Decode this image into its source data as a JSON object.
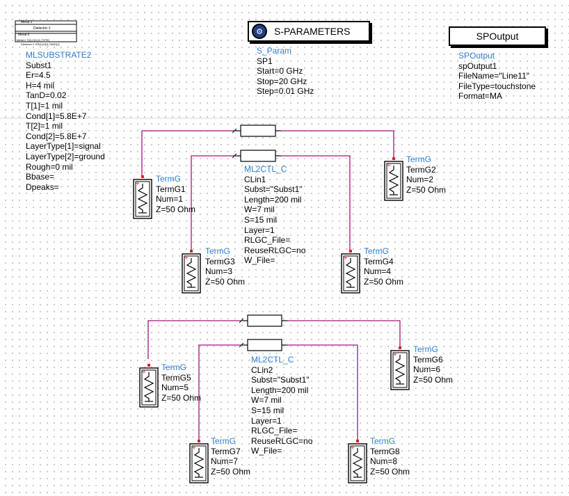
{
  "substrate": {
    "icon_lines": [
      "Metal:1",
      "Dielectric:1",
      "Metal:2",
      "Metal:1   T[1],C[1],[1,TYPE]",
      "Dielectric:1 ER[1],H[1],TAND[1]"
    ],
    "type": "MLSUBSTRATE2",
    "params": [
      "Subst1",
      "Er=4.5",
      "H=4 mil",
      "TanD=0.02",
      "T[1]=1 mil",
      "Cond[1]=5.8E+7",
      "T[2]=1 mil",
      "Cond[2]=5.8E+7",
      "LayerType[1]=signal",
      "LayerType[2]=ground",
      "Rough=0 mil",
      "Bbase=",
      "Dpeaks="
    ]
  },
  "sparam": {
    "title": "S-PARAMETERS",
    "type": "S_Param",
    "params": [
      "SP1",
      "Start=0 GHz",
      "Stop=20 GHz",
      "Step=0.01 GHz"
    ]
  },
  "spoutput": {
    "title": "SPOutput",
    "type": "SPOutput",
    "params": [
      "spOutput1",
      "FileName=\"Line11\"",
      "FileType=touchstone",
      "Format=MA"
    ]
  },
  "lines": [
    {
      "type": "ML2CTL_C",
      "params": [
        "CLin1",
        "Subst=\"Subst1\"",
        "Length=200 mil",
        "W=7 mil",
        "S=15 mil",
        "Layer=1",
        "RLGC_File=",
        "ReuseRLGC=no",
        "W_File="
      ]
    },
    {
      "type": "ML2CTL_C",
      "params": [
        "CLin2",
        "Subst=\"Subst1\"",
        "Length=200 mil",
        "W=7 mil",
        "S=15 mil",
        "Layer=1",
        "RLGC_File=",
        "ReuseRLGC=no",
        "W_File="
      ]
    }
  ],
  "terms": [
    {
      "type": "TermG",
      "params": [
        "TermG1",
        "Num=1",
        "Z=50 Ohm"
      ]
    },
    {
      "type": "TermG",
      "params": [
        "TermG2",
        "Num=2",
        "Z=50 Ohm"
      ]
    },
    {
      "type": "TermG",
      "params": [
        "TermG3",
        "Num=3",
        "Z=50 Ohm"
      ]
    },
    {
      "type": "TermG",
      "params": [
        "TermG4",
        "Num=4",
        "Z=50 Ohm"
      ]
    },
    {
      "type": "TermG",
      "params": [
        "TermG5",
        "Num=5",
        "Z=50 Ohm"
      ]
    },
    {
      "type": "TermG",
      "params": [
        "TermG6",
        "Num=6",
        "Z=50 Ohm"
      ]
    },
    {
      "type": "TermG",
      "params": [
        "TermG7",
        "Num=7",
        "Z=50 Ohm"
      ]
    },
    {
      "type": "TermG",
      "params": [
        "TermG8",
        "Num=8",
        "Z=50 Ohm"
      ]
    }
  ],
  "colors": {
    "wire": "#a0137d",
    "label_type": "#2f7fd2",
    "pin": "#e02020",
    "text": "#000000"
  }
}
